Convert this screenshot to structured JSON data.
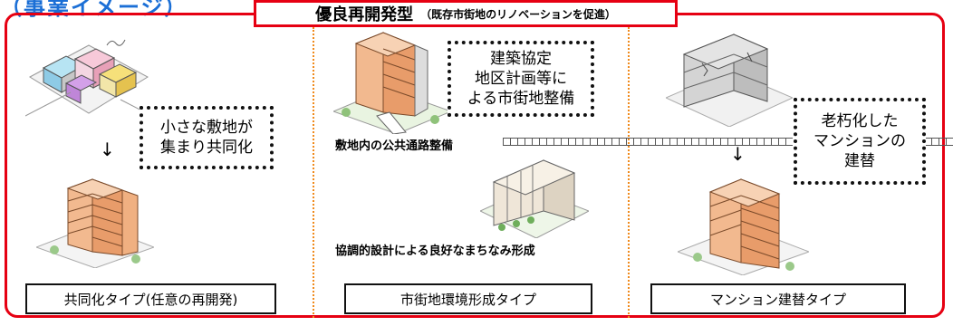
{
  "header": {
    "partial_heading": "（事業イメージ）"
  },
  "title": {
    "main": "優良再開発型",
    "sub": "（既存市街地のリノベーションを促進）"
  },
  "sections": [
    {
      "callout": "小さな敷地が\n集まり共同化",
      "type_label": "共同化タイプ(任意の再開発)"
    },
    {
      "callout": "建築協定\n地区計画等に\nよる市街地整備",
      "caption_top": "敷地内の公共通路整備",
      "caption_bottom": "協調的設計による良好なまちなみ形成",
      "type_label": "市街地環境形成タイプ"
    },
    {
      "callout": "老朽化した\nマンションの\n建替",
      "type_label": "マンション建替タイプ"
    }
  ],
  "arrow_glyph": "↓",
  "colors": {
    "frame": "#e60012",
    "divider": "#f08a1c",
    "heading": "#1b6fd6"
  }
}
